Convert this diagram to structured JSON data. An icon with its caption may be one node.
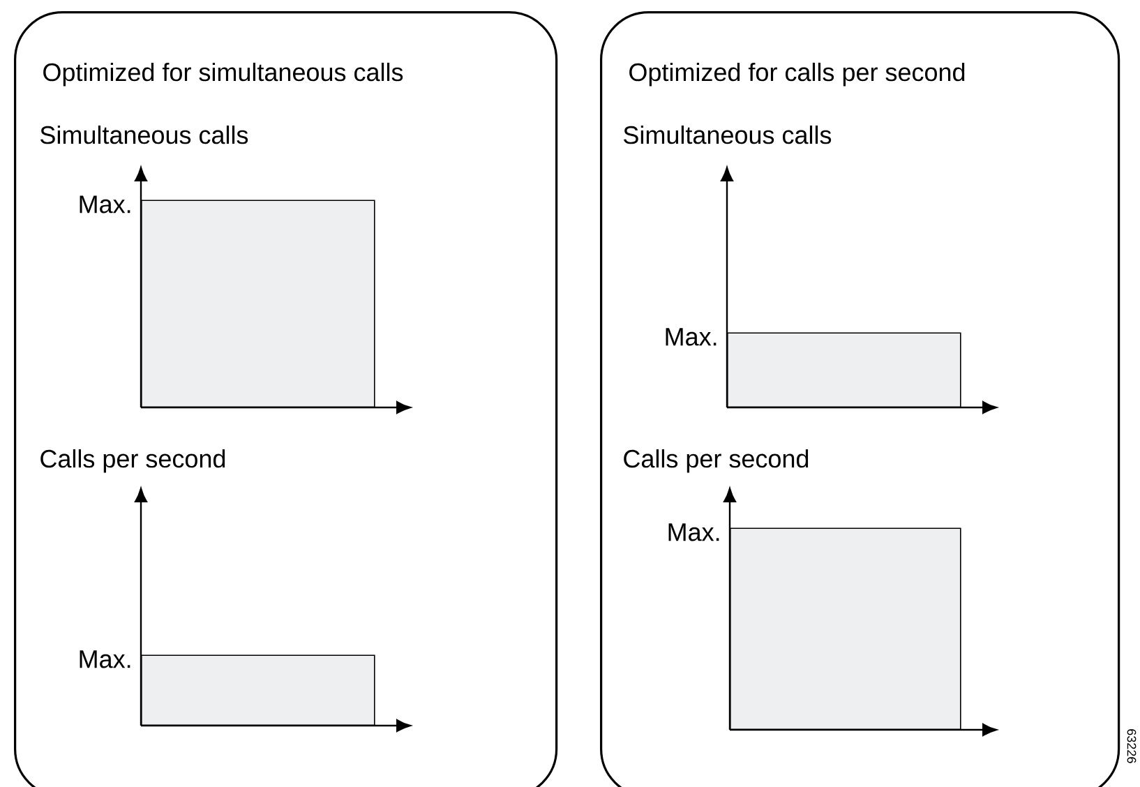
{
  "diagram": {
    "nodes": [
      {
        "text": [
          "Optimized for simultaneous calls"
        ]
      },
      {
        "text": [
          "Optimized for calls per second"
        ]
      },
      {
        "text": [],
        "shape": "box",
        "in": 0,
        "beside": [
          "Max."
        ]
      },
      {
        "text": [],
        "shape": "box",
        "in": 0,
        "beside": [
          "Max."
        ]
      },
      {
        "text": [],
        "shape": "box",
        "in": 1,
        "beside": [
          "Max."
        ]
      },
      {
        "text": [],
        "shape": "box",
        "in": 1,
        "beside": [
          "Max."
        ]
      }
    ],
    "labels": [
      "Simultaneous calls",
      "Calls per second",
      "Simultaneous calls",
      "Calls per second",
      "63226"
    ]
  }
}
